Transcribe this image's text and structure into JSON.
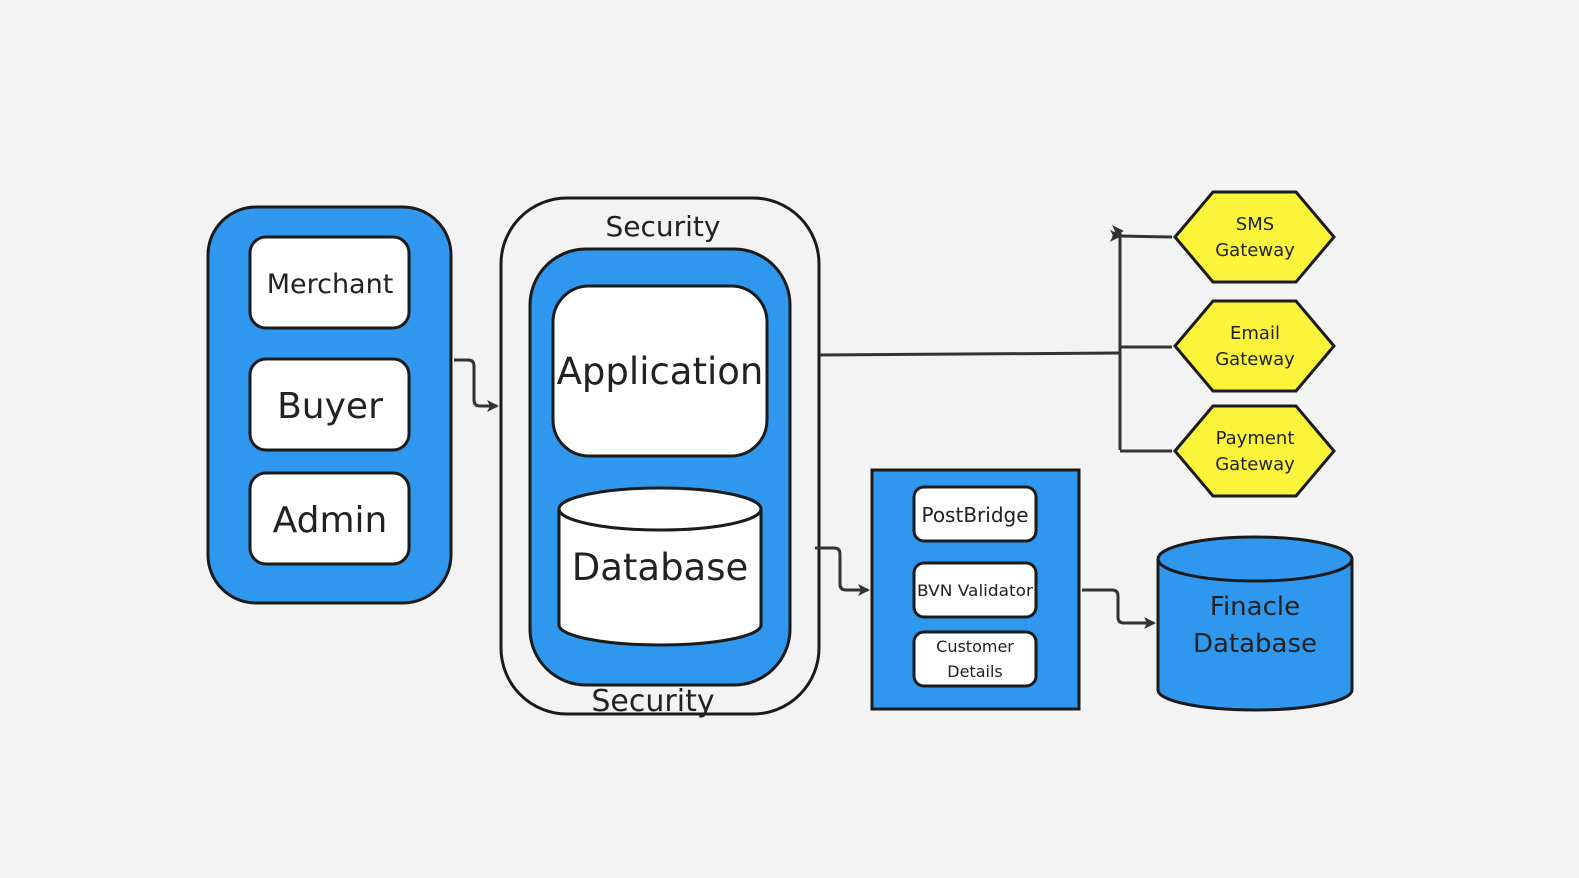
{
  "colors": {
    "background": "#f3f3f3",
    "blue": "#2f97ee",
    "yellow": "#faf43a",
    "stroke": "#1b1b1b",
    "connector": "#333333",
    "white": "#ffffff"
  },
  "users": {
    "merchant": "Merchant",
    "buyer": "Buyer",
    "admin": "Admin"
  },
  "core": {
    "security_top": "Security",
    "security_bottom": "Security",
    "application": "Application",
    "database": "Database"
  },
  "gateways": {
    "sms": [
      "SMS",
      "Gateway"
    ],
    "email": [
      "Email",
      "Gateway"
    ],
    "payment": [
      "Payment",
      "Gateway"
    ]
  },
  "integration": {
    "postbridge": "PostBridge",
    "bvn": "BVN Validator",
    "customer_details": [
      "Customer",
      "Details"
    ]
  },
  "finacle": [
    "Finacle",
    "Database"
  ]
}
